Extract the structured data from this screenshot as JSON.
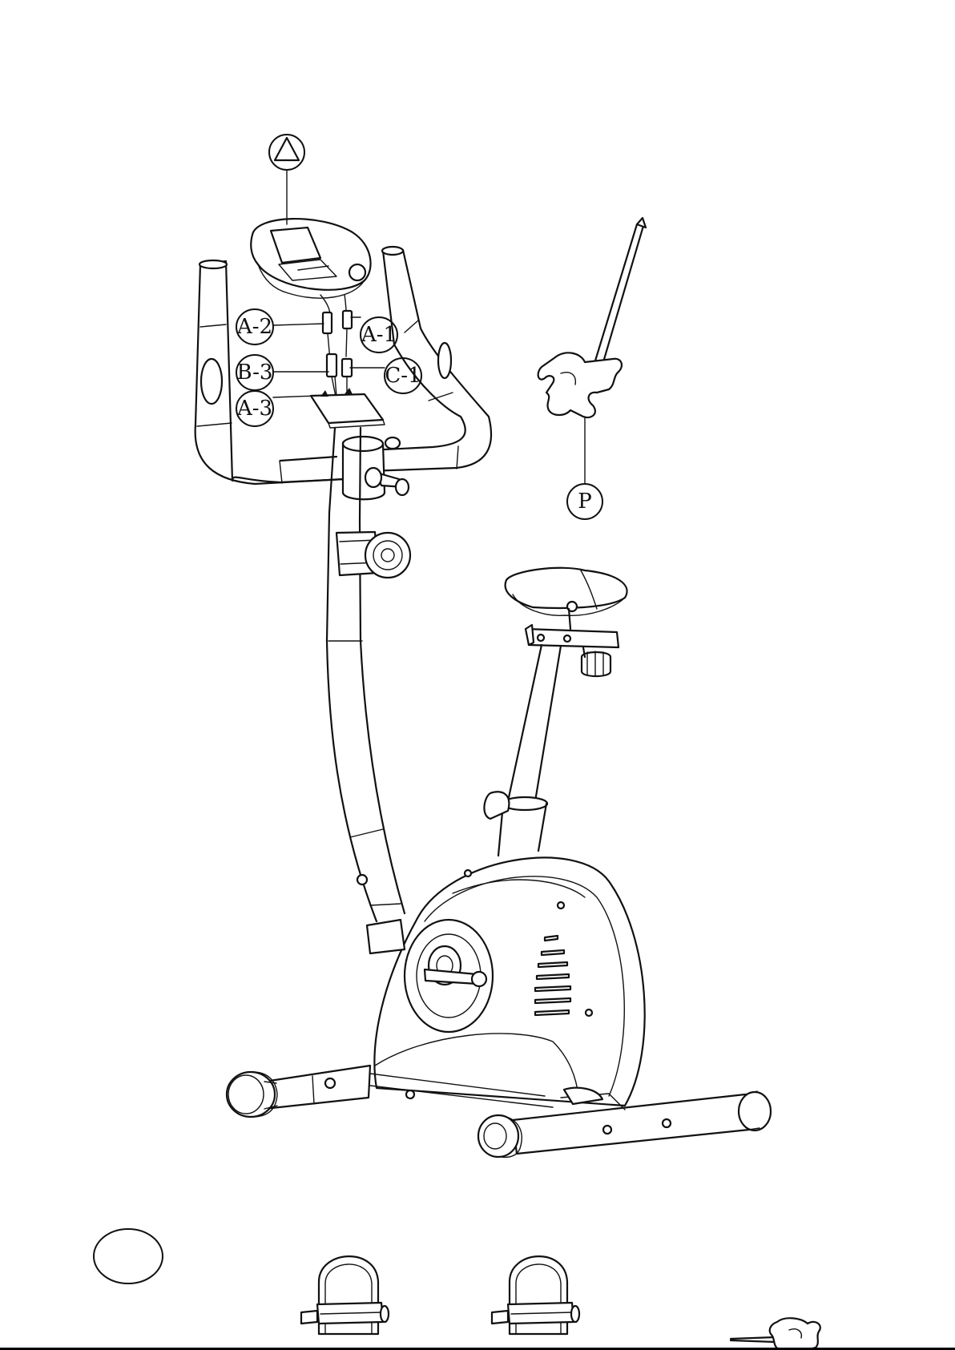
{
  "callouts": {
    "A": "",
    "A1": "A-1",
    "A2": "A-2",
    "A3": "A-3",
    "B3": "B-3",
    "C1": "C-1",
    "P": "P"
  },
  "page_circle_label": ""
}
